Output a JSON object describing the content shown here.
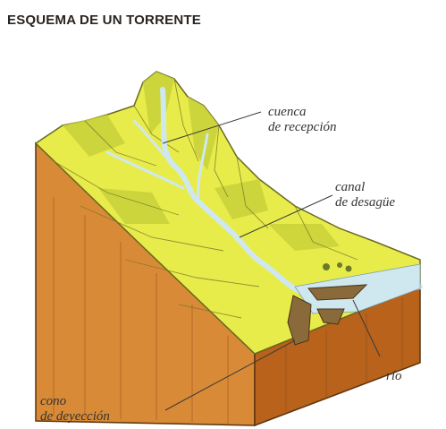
{
  "title": "ESQUEMA DE UN TORRENTE",
  "labels": {
    "cuenca": [
      "cuenca",
      "de recepción"
    ],
    "canal": [
      "canal",
      "de desagüe"
    ],
    "rio": "río",
    "cono": [
      "cono",
      "de deyección"
    ]
  },
  "colors": {
    "terrain": "#e8ec4a",
    "terrain_shade": "#c9d23a",
    "soil_front": "#b8621c",
    "soil_side": "#d98a36",
    "water": "#cfe8f0",
    "deposit": "#8a6a3a",
    "label_text": "#333333",
    "leader_line": "#3a3a3a"
  }
}
